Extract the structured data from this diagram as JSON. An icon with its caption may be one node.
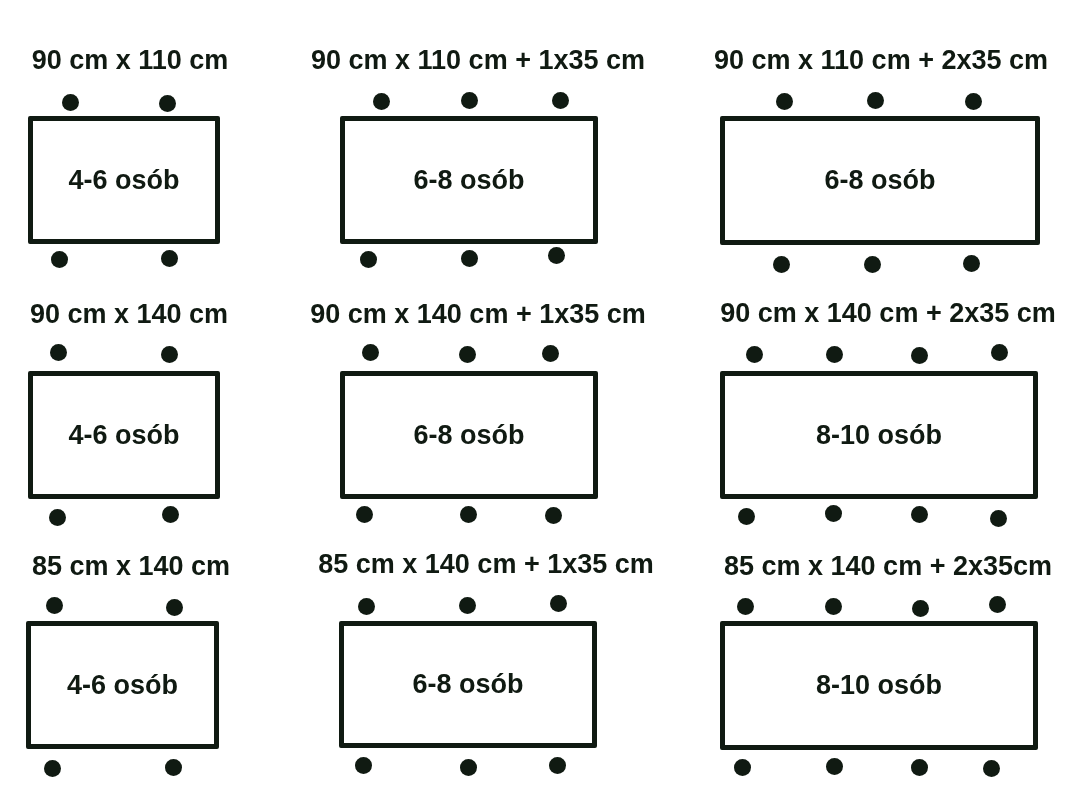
{
  "diagram": {
    "nodes": [
      {
        "text": [
          "90 cm x 110 cm",
          "4-6 osób"
        ]
      },
      {
        "text": [
          "90 cm x 110 cm + 1x35 cm",
          "6-8 osób"
        ]
      },
      {
        "text": [
          "90 cm x 110 cm + 2x35 cm",
          "6-8 osób"
        ]
      },
      {
        "text": [
          "90 cm x 140 cm",
          "4-6 osób"
        ]
      },
      {
        "text": [
          "90 cm x 140 cm + 1x35 cm",
          "6-8 osób"
        ]
      },
      {
        "text": [
          "90 cm x 140 cm + 2x35 cm",
          "8-10 osób"
        ]
      },
      {
        "text": [
          "85 cm x 140 cm",
          "4-6 osób"
        ]
      },
      {
        "text": [
          "85 cm x 140 cm + 1x35 cm",
          "6-8 osób"
        ]
      },
      {
        "text": [
          "85 cm x 140 cm + 2x35cm",
          "8-10 osób"
        ]
      }
    ]
  }
}
